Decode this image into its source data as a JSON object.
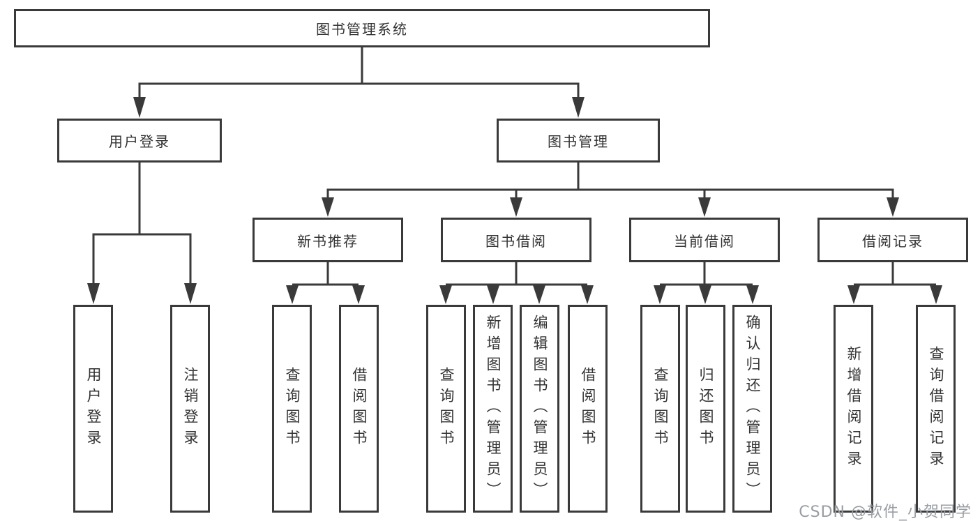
{
  "diagram": {
    "type": "hierarchy-flowchart",
    "colors": {
      "line": "#3a3a3a",
      "text": "#333333",
      "box_background": "#ffffff",
      "watermark": "#989da2"
    },
    "tree": {
      "root": {
        "label": "图书管理系统"
      },
      "branches": [
        {
          "label": "用户登录",
          "children": [
            {
              "label": "用户登录"
            },
            {
              "label": "注销登录"
            }
          ]
        },
        {
          "label": "图书管理",
          "children": [
            {
              "label": "新书推荐",
              "children": [
                {
                  "label": "查询图书"
                },
                {
                  "label": "借阅图书"
                }
              ]
            },
            {
              "label": "图书借阅",
              "children": [
                {
                  "label": "查询图书"
                },
                {
                  "label": "新增图书（管理员）"
                },
                {
                  "label": "编辑图书（管理员）"
                },
                {
                  "label": "借阅图书"
                }
              ]
            },
            {
              "label": "当前借阅",
              "children": [
                {
                  "label": "查询图书"
                },
                {
                  "label": "归还图书"
                },
                {
                  "label": "确认归还（管理员）"
                }
              ]
            },
            {
              "label": "借阅记录",
              "children": [
                {
                  "label": "新增借阅记录"
                },
                {
                  "label": "查询借阅记录"
                }
              ]
            }
          ]
        }
      ]
    },
    "watermark": {
      "text": "CSDN @软件_小贺同学"
    }
  }
}
